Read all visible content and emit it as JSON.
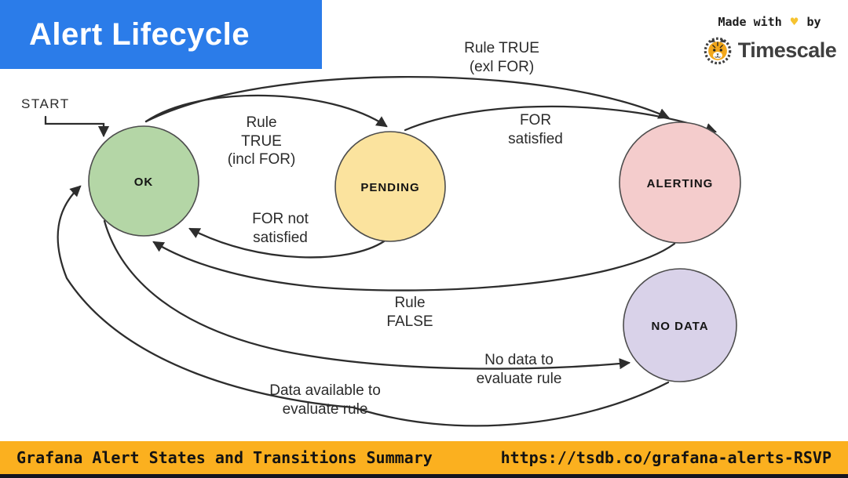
{
  "header": {
    "title": "Alert Lifecycle",
    "bg_color": "#2b7ce9",
    "text_color": "#ffffff"
  },
  "badge": {
    "made_with_text": "Made with",
    "heart_char": "♥",
    "heart_color": "#f6c330",
    "by_text": "by",
    "brand_name": "Timescale",
    "tiger_icon": "tiger-logo"
  },
  "diagram": {
    "start_label": "START",
    "arrow_color": "#2d2d2d",
    "states": [
      {
        "id": "ok",
        "label": "OK",
        "color": "#b4d6a6"
      },
      {
        "id": "pending",
        "label": "PENDING",
        "color": "#fbe39e"
      },
      {
        "id": "alerting",
        "label": "ALERTING",
        "color": "#f4cccc"
      },
      {
        "id": "no-data",
        "label": "NO DATA",
        "color": "#d9d2e9"
      }
    ],
    "edges": [
      {
        "from": "START",
        "to": "OK",
        "lines": []
      },
      {
        "from": "OK",
        "to": "PENDING",
        "lines": [
          "Rule",
          "TRUE",
          "(incl FOR)"
        ]
      },
      {
        "from": "OK",
        "to": "ALERTING",
        "lines": [
          "Rule TRUE",
          "(exl FOR)"
        ]
      },
      {
        "from": "PENDING",
        "to": "ALERTING",
        "lines": [
          "FOR",
          "satisfied"
        ]
      },
      {
        "from": "PENDING",
        "to": "OK",
        "lines": [
          "FOR not",
          "satisfied"
        ]
      },
      {
        "from": "ALERTING",
        "to": "OK",
        "lines": [
          "Rule",
          "FALSE"
        ]
      },
      {
        "from": "OK",
        "to": "NO DATA",
        "lines": [
          "No data to",
          "evaluate rule"
        ]
      },
      {
        "from": "NO DATA",
        "to": "OK",
        "lines": [
          "Data available to",
          "evaluate rule"
        ]
      }
    ]
  },
  "footer": {
    "left_text": "Grafana Alert States and Transitions Summary",
    "right_text": "https://tsdb.co/grafana-alerts-RSVP",
    "bg_color": "#fbb01f",
    "text_color": "#131313"
  }
}
